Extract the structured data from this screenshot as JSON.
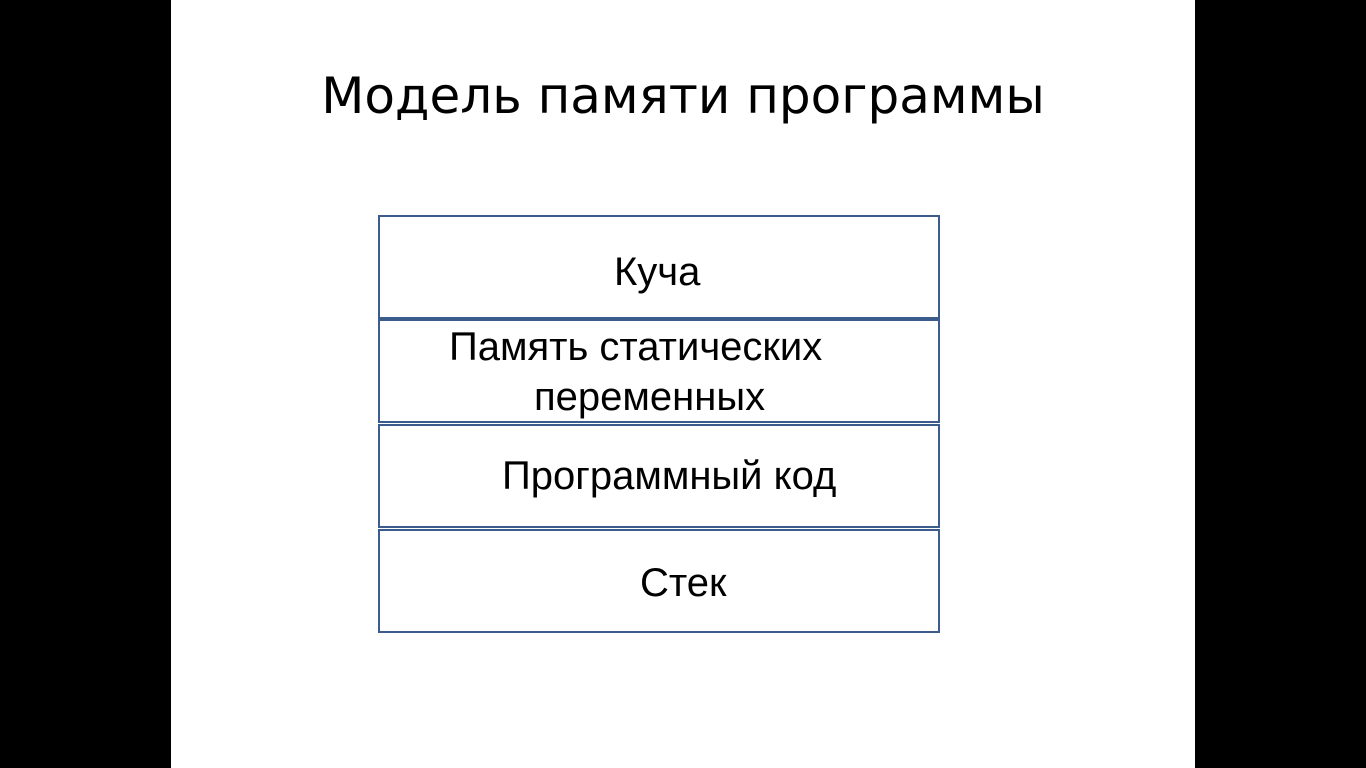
{
  "slide": {
    "title": "Модель памяти программы"
  },
  "memory_model": {
    "segments": [
      {
        "label": "Куча"
      },
      {
        "label_line1": "Память статических",
        "label_line2": "переменных"
      },
      {
        "label": "Программный код"
      },
      {
        "label": "Стек"
      }
    ]
  },
  "colors": {
    "background": "#000000",
    "slide": "#ffffff",
    "border": "#3c5c8c",
    "text": "#000000"
  }
}
